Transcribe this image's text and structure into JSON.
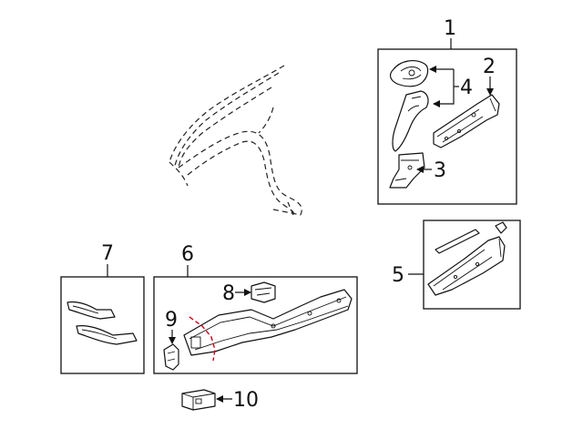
{
  "callouts": {
    "c1": "1",
    "c2": "2",
    "c3": "3",
    "c4": "4",
    "c5": "5",
    "c6": "6",
    "c7": "7",
    "c8": "8",
    "c9": "9",
    "c10": "10"
  },
  "colors": {
    "line": "#111111",
    "cut_line": "#d0021b",
    "background": "#ffffff"
  }
}
